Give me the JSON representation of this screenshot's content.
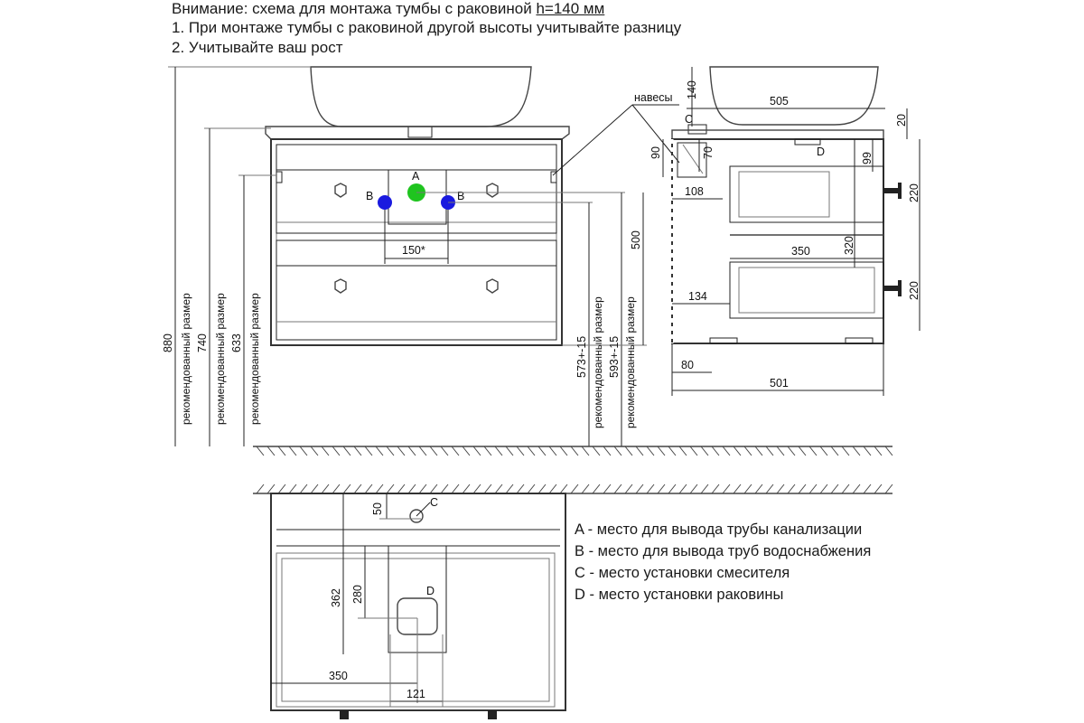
{
  "header": {
    "warning_prefix": "Внимание: схема для монтажа тумбы с раковиной ",
    "warning_height": "h=140 мм",
    "note1": "1. При монтаже тумбы с раковиной другой высоты учитывайте разницу",
    "note2": "2. Учитывайте ваш рост"
  },
  "markers": {
    "a": "A",
    "b": "B",
    "c": "C",
    "d": "D",
    "a_color": "#1fc41f",
    "b_color": "#1a1adf"
  },
  "dims": {
    "d880": "880",
    "d740": "740",
    "d633": "633",
    "d573": "573+-15",
    "d593": "593+-15",
    "d500": "500",
    "d150": "150*",
    "d140": "140",
    "d505": "505",
    "d20": "20",
    "d90": "90",
    "d70": "70",
    "d99": "99",
    "d108": "108",
    "d220a": "220",
    "d320": "320",
    "d350": "350",
    "d134": "134",
    "d220b": "220",
    "d80": "80",
    "d501": "501",
    "d50": "50",
    "d362": "362",
    "d280": "280",
    "d350b": "350",
    "d121": "121"
  },
  "labels": {
    "recommended": "рекомендованный размер",
    "hinges": "навесы"
  },
  "legend": {
    "a": "A - место для вывода трубы канализации",
    "b": "B - место для вывода труб водоснабжения",
    "c": "C - место установки смесителя",
    "d": "D - место установки раковины"
  }
}
